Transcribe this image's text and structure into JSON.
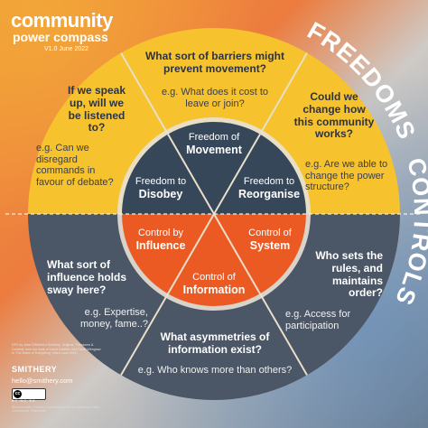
{
  "brand": {
    "title": "community",
    "subtitle": "power compass",
    "version": "V1.0 June 2022",
    "credit": "CFC by John O'Brien/Lu Smithery. Original: 'Freedoms & Controls' from the work of David Graeber and David Wengrow in 'The Dawn of Everything' (Allen Lane 2021)",
    "company": "SMITHERY",
    "email": "hello@smithery.com",
    "cc_icon": "cc-icon",
    "cc_labels": "BY NC SA",
    "license": "Shared under Creative Commons license for Attribution, Non-Commercial, ShareAlike"
  },
  "labels": {
    "freedoms": "FREEDOMS",
    "controls": "CONTROLS"
  },
  "freedoms": {
    "movement": {
      "question": "What sort of barriers might prevent movement?",
      "example": "e.g. What does it cost to leave or join?",
      "core_small": "Freedom of",
      "core_big": "Movement"
    },
    "disobey": {
      "question": "If we speak up, will we be listened to?",
      "example": "e.g. Can we disregard commands in favour of debate?",
      "core_small": "Freedom to",
      "core_big": "Disobey"
    },
    "reorganise": {
      "question": "Could we change how this community works?",
      "example": "e.g. Are we able to change the power structure?",
      "core_small": "Freedom to",
      "core_big": "Reorganise"
    }
  },
  "controls": {
    "influence": {
      "question": "What sort of influence holds sway here?",
      "example": "e.g. Expertise, money, fame..?",
      "core_small": "Control by",
      "core_big": "Influence"
    },
    "system": {
      "question": "Who sets the rules, and maintains order?",
      "example": "e.g. Access for participation",
      "core_small": "Control of",
      "core_big": "System"
    },
    "information": {
      "question": "What asymmetries of information exist?",
      "example": "e.g. Who knows more than others?",
      "core_small": "Control of",
      "core_big": "Information"
    }
  },
  "colors": {
    "freedom_outer": "#f6c22d",
    "freedom_inner": "#37475a",
    "control_outer": "#4b5666",
    "control_inner": "#ec5a24",
    "dividers": "#e9dfc9"
  }
}
